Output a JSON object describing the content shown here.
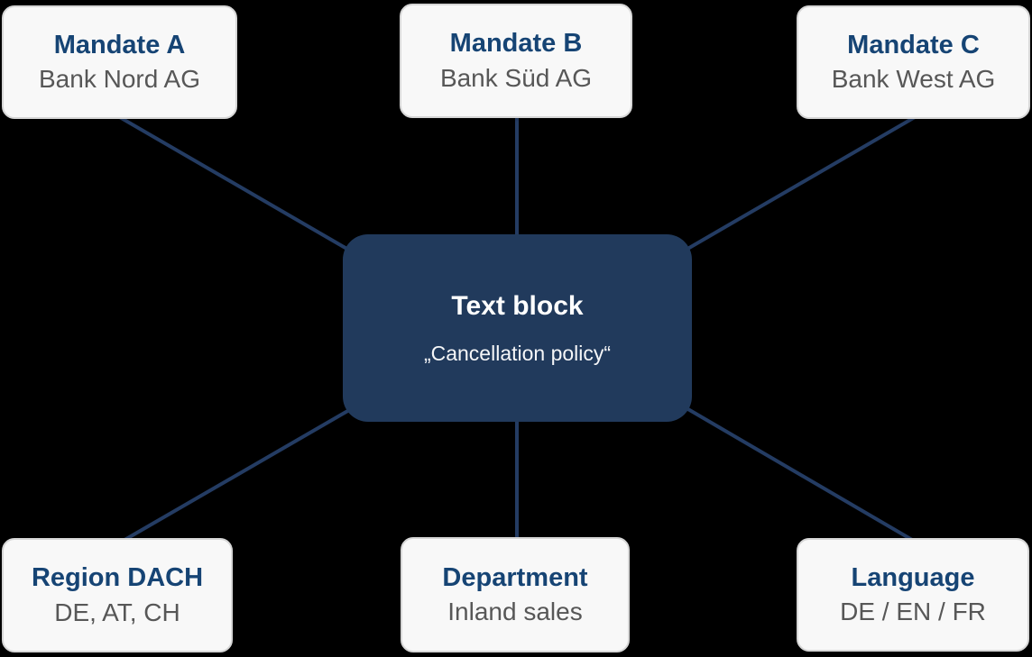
{
  "diagram": {
    "background_color": "#000000",
    "connector_color": "#243c63",
    "center_node_color": "#213a5c",
    "node_title_color": "#164474",
    "node_subtitle_color": "#575757",
    "center": {
      "title": "Text block",
      "subtitle": "„Cancellation policy“"
    },
    "nodes": [
      {
        "id": "mandate-a",
        "title": "Mandate A",
        "subtitle": "Bank Nord AG"
      },
      {
        "id": "mandate-b",
        "title": "Mandate B",
        "subtitle": "Bank Süd AG"
      },
      {
        "id": "mandate-c",
        "title": "Mandate C",
        "subtitle": "Bank West AG"
      },
      {
        "id": "region-dach",
        "title": "Region DACH",
        "subtitle": "DE, AT, CH"
      },
      {
        "id": "department",
        "title": "Department",
        "subtitle": "Inland sales"
      },
      {
        "id": "language",
        "title": "Language",
        "subtitle": "DE / EN / FR"
      }
    ]
  }
}
